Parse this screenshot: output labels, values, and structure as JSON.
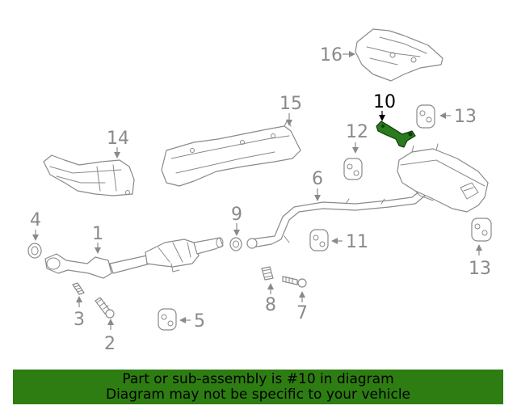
{
  "diagram": {
    "callouts": [
      {
        "number": "1"
      },
      {
        "number": "2"
      },
      {
        "number": "3"
      },
      {
        "number": "4"
      },
      {
        "number": "5"
      },
      {
        "number": "6"
      },
      {
        "number": "7"
      },
      {
        "number": "8"
      },
      {
        "number": "9"
      },
      {
        "number": "10",
        "highlighted": true
      },
      {
        "number": "11"
      },
      {
        "number": "12"
      },
      {
        "number": "13"
      },
      {
        "number": "13"
      },
      {
        "number": "14"
      },
      {
        "number": "15"
      },
      {
        "number": "16"
      }
    ],
    "colors": {
      "line": "#8a8a8a",
      "highlight_part": "#2a7a1e",
      "highlight_label": "#000000",
      "banner": "#2e7d12"
    }
  },
  "footer": {
    "line1": "Part or sub-assembly is #10 in diagram",
    "line2": "Diagram may not be specific to your vehicle"
  }
}
